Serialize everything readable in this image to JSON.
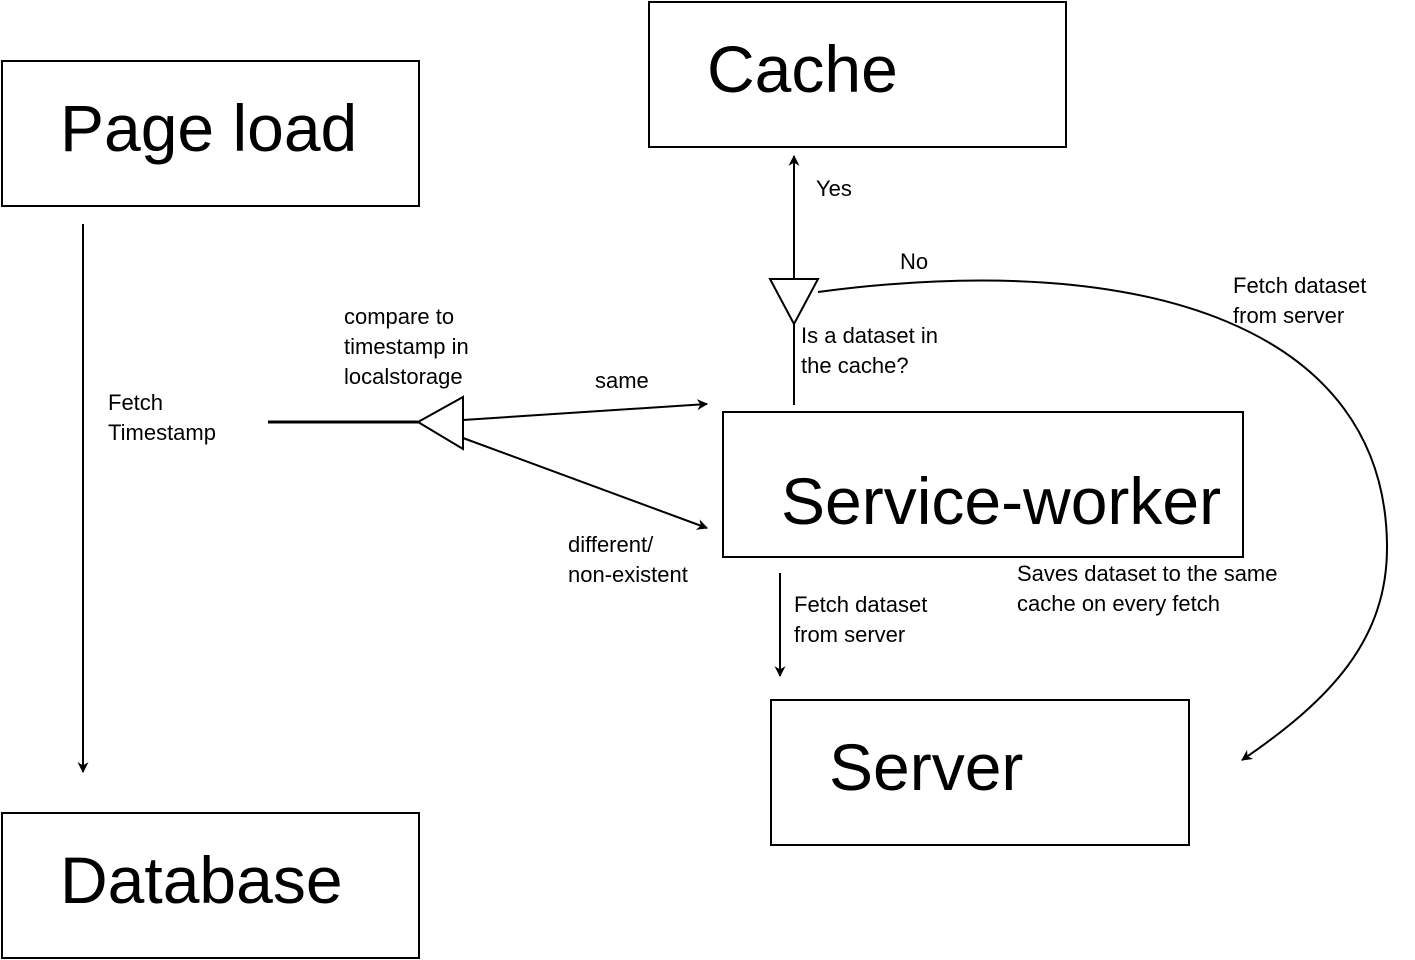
{
  "boxes": {
    "page_load": "Page load",
    "cache": "Cache",
    "service_worker": "Service-worker",
    "server": "Server",
    "database": "Database"
  },
  "labels": {
    "fetch_timestamp": "Fetch\nTimestamp",
    "compare": "compare to\ntimestamp in\nlocalstorage",
    "same": "same",
    "different": "different/\nnon-existent",
    "is_dataset_in_cache": "Is a dataset in\nthe cache?",
    "yes": "Yes",
    "no": "No",
    "fetch_dataset_right": "Fetch dataset\nfrom server",
    "fetch_dataset_below": "Fetch dataset\nfrom server",
    "saves_dataset": "Saves dataset to the same\ncache on every fetch"
  }
}
